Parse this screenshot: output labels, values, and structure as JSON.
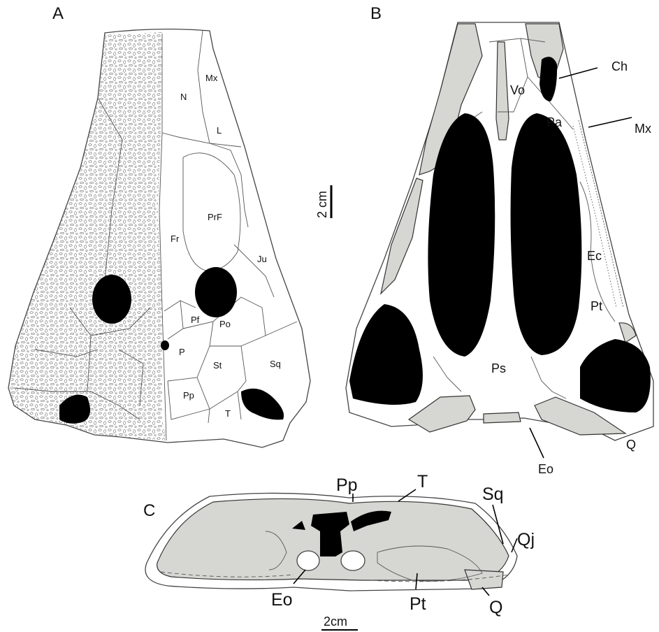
{
  "panels": {
    "A": {
      "letter": "A",
      "labels": {
        "mx": "Mx",
        "n": "N",
        "l": "L",
        "prf": "PrF",
        "fr": "Fr",
        "ju": "Ju",
        "pf": "Pf",
        "po": "Po",
        "p": "P",
        "st": "St",
        "sq": "Sq",
        "pp": "Pp",
        "t": "T"
      }
    },
    "B": {
      "letter": "B",
      "scale": "2 cm",
      "labels": {
        "ch": "Ch",
        "vo": "Vo",
        "pa": "Pa",
        "mx": "Mx",
        "ec": "Ec",
        "pt": "Pt",
        "ps": "Ps",
        "q": "Q",
        "eo": "Eo"
      }
    },
    "C": {
      "letter": "C",
      "scale": "2cm",
      "labels": {
        "pp": "Pp",
        "t": "T",
        "sq": "Sq",
        "qj": "Qj",
        "eo": "Eo",
        "pt": "Pt",
        "q": "Q"
      }
    }
  },
  "colors": {
    "bone": "#d6d6d2",
    "opening": "#000000",
    "line": "#444444"
  }
}
